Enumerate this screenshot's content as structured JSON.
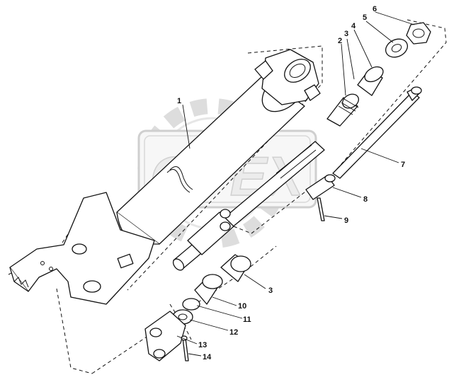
{
  "watermark": {
    "text": "OPEX"
  },
  "callouts": {
    "c1": "1",
    "c2": "2",
    "c3a": "3",
    "c4": "4",
    "c5": "5",
    "c6": "6",
    "c7": "7",
    "c8": "8",
    "c9": "9",
    "c3b": "3",
    "c10": "10",
    "c11": "11",
    "c12": "12",
    "c13": "13",
    "c14": "14"
  }
}
